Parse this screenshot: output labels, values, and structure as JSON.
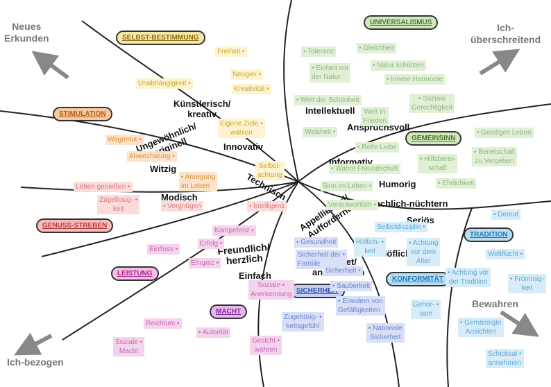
{
  "corners": {
    "top_left": "Neues\nErkunden",
    "top_right": "Ich-\nüberschreitend",
    "bottom_left": "Ich-bezogen",
    "bottom_right": "Bewahren"
  },
  "categories": {
    "selbstbestimmung": "SELBST-BESTIMMUNG",
    "universalismus": "UNIVERSALISMUS",
    "stimulation": "STIMULATION",
    "gemeinsinn": "GEMEINSINN",
    "genuss": "GENUSS-STREBEN",
    "tradition": "TRADITION",
    "leistung": "LEISTUNG",
    "konformitaet": "KONFORMITÄT",
    "sicherheit": "SICHERHEIT",
    "macht": "MACHT"
  },
  "styles": {
    "kuenstlerisch": "Künstlerisch/\nkreativ",
    "ungewoehnlich": "Ungewöhnlich/\noriginell",
    "innovativ": "Innovativ",
    "witzig": "Witzig",
    "modisch": "Modisch",
    "technisch": "Technisch",
    "intellektuell": "Intellektuell",
    "anspruchsvoll": "Anspruchsvoll",
    "informativ": "Informativ",
    "humorig": "Humorig",
    "sachlich": "Sachlich-nüchtern",
    "serioes": "Seriös",
    "hoeflich": "Höflich",
    "appellierend": "Appellierend/\nAuffordernd",
    "freundlich": "Freundlich/\nherzlich",
    "konkret": "Konkret/\nanschaulich",
    "einfach": "Einfach"
  },
  "values": {
    "freiheit": "Freiheit •",
    "neugier": "Neugier •",
    "kreativitaet": "Kreativität •",
    "unabhaengigkeit": "Unabhängigkeit •",
    "eigene_ziele": "Eigene Ziele •\nwählen",
    "selbstachtung": "Selbst-\nachtung",
    "wagemut": "Wagemut •",
    "abwechslung": "Abwechslung •",
    "anregung": "• Anregung\nim Leben",
    "leben_geniessen": "Leben genießen •",
    "zuegellosigkeit": "Zügellosig- •\nkeit",
    "vergnuegen": "• Vergnügen",
    "intelligenz": "• Intelligenz",
    "kompetenz": "Kompetenz •",
    "erfolg": "Erfolg •",
    "einfluss": "Einfluss •",
    "ehrgeiz": "Ehrgeiz •",
    "soziale_anerkennung": "Soziale •\nAnerkennung",
    "reichtum": "Reichtum •",
    "autoritaet": "• Autorität",
    "soziale_macht": "Soziale •\nMacht",
    "gesicht_wahren": "Gesicht •\nwahren",
    "toleranz": "• Toleranz",
    "gleichheit": "• Gleichheit",
    "einheit_natur": "• Einheit mit\nder Natur",
    "natur_schuetzen": "• Natur schützen",
    "innere_harmonie": "• Innere Harmonie",
    "welt_schoenheit": "• Welt der Schönheit",
    "soziale_gerechtigkeit": "• Soziale\nGerechtigkeit",
    "welt_frieden": "Welt in\nFrieden",
    "weisheit": "Weisheit •",
    "geistiges_leben": "• Geistiges Leben",
    "reife_liebe": "• Reife Liebe",
    "hilfsbereitschaft": "• Hilfsberei-\nschaft",
    "bereitschaft_vergeben": "• Bereitschaft\nzu Vergeben",
    "wahre_freundschaft": "• Wahre Freundschaft",
    "sinn_leben": "Sinn im Leben •",
    "ehrlichkeit": "• Ehrlichkeit",
    "verantwortlich": "Verantwortlich •",
    "demut": "• Demut",
    "selbstdisziplin": "Selbstdisziplin •",
    "hoeflichkeit": "Höflich- •\nkeit",
    "achtung_alter": "• Achtung\nvor dem\nAlter",
    "weltflucht": "Weltflucht •",
    "gesundheit": "• Gesundheit",
    "sicherheit_familie": "Sicherheit der •\nFamilie",
    "nationale_sicherheit_small": "Sicherheit •",
    "achtung_tradition": "• Achtung vor\nder Tradition",
    "froemmigkeit": "• Frömmig-\nkeit",
    "sauberkeit": "• Sauberkeit",
    "erwidern": "• Erwidern von\nGefälligkeiten",
    "gehorsam": "Gehor- •\nsam",
    "zugehoerigkeit": "Zugehörig- •\nkeitsgefühl",
    "nationale_sicherheit": "• Nationale\nSicherheit",
    "gemaessigte": "• Gemässigte\nAnsichten",
    "schicksal": "Schicksal •\nannehmen"
  }
}
